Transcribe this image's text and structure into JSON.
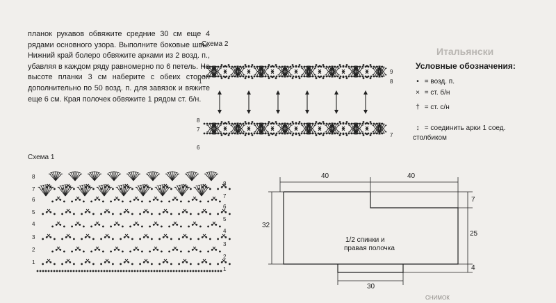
{
  "paragraph": "планок рукавов обвяжите средние 30 см еще 4 рядами основного узора. Выполните боковые швы. Нижний край болеро обвяжите арками из 2 возд. п., убавляя в каждом ряду равномерно по 6 петель. На высоте планки 3 см наберите с обеих сторон дополнительно по 50 возд. п. для завязок и вяжите еще 6 см. Края полочек обвяжите 1 рядом ст. б/н.",
  "scheme1": {
    "title": "Схема 1",
    "row_numbers": [
      "8",
      "7",
      "6",
      "5",
      "4",
      "3",
      "2",
      "1"
    ]
  },
  "scheme2": {
    "title": "Схема 2",
    "left_numbers": [
      "1",
      "8",
      "7",
      "6"
    ],
    "right_numbers": [
      "9",
      "8",
      "7"
    ]
  },
  "legend": {
    "title": "Условные обозначения:",
    "items": [
      {
        "symbol": "•",
        "text": "= возд. п."
      },
      {
        "symbol": "×",
        "text": "= ст. б/н"
      },
      {
        "symbol": "†",
        "text": "= ст. с/н"
      },
      {
        "symbol": "↕",
        "text": "= соединить арки 1 соед. столбиком"
      }
    ]
  },
  "pattern": {
    "label_line1": "1/2 спинки и",
    "label_line2": "правая полочка",
    "dim_top_left": "40",
    "dim_top_right": "40",
    "dim_left": "32",
    "dim_right_top": "7",
    "dim_right_mid": "25",
    "dim_right_bottom": "4",
    "dim_bottom": "30"
  },
  "background_text": {
    "heading": "Итальянски",
    "footer": "СНИМОК"
  }
}
